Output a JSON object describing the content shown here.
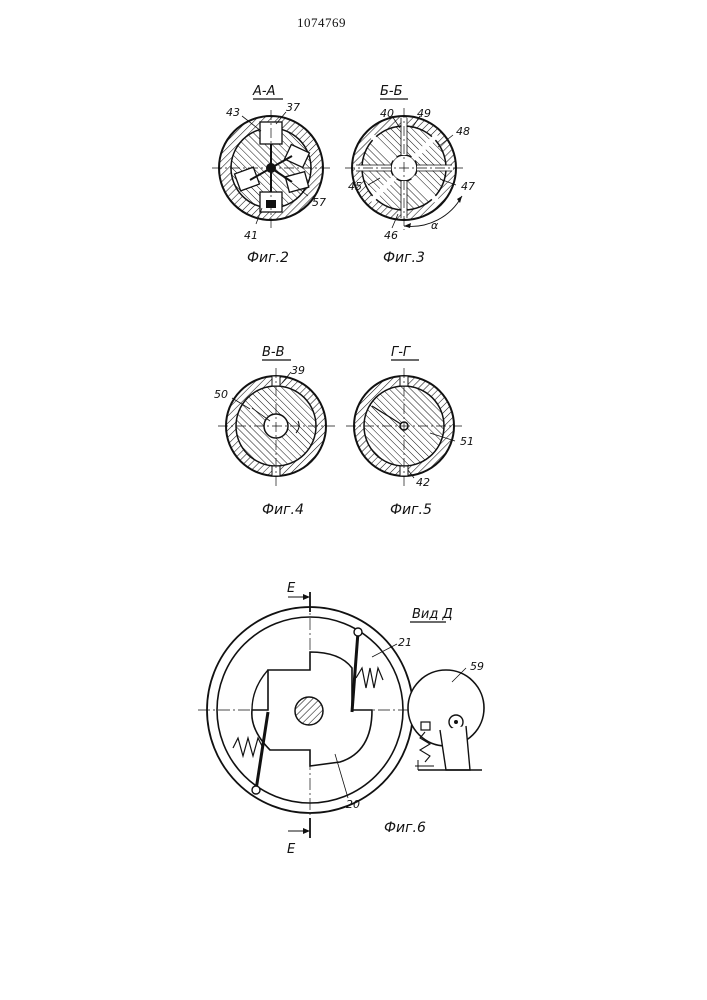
{
  "document": {
    "number": "1074769"
  },
  "figures": [
    {
      "id": "fig2",
      "section": "А-А",
      "caption": "Фиг.2",
      "callouts": [
        "43",
        "37",
        "57",
        "41"
      ]
    },
    {
      "id": "fig3",
      "section": "Б-Б",
      "caption": "Фиг.3",
      "callouts": [
        "40",
        "49",
        "48",
        "45",
        "47",
        "46",
        "α"
      ]
    },
    {
      "id": "fig4",
      "section": "В-В",
      "caption": "Фиг.4",
      "callouts": [
        "50",
        "39"
      ]
    },
    {
      "id": "fig5",
      "section": "Г-Г",
      "caption": "Фиг.5",
      "callouts": [
        "51",
        "42"
      ]
    },
    {
      "id": "fig6",
      "section": "Вид Д",
      "caption": "Фиг.6",
      "callouts": [
        "21",
        "59",
        "20"
      ],
      "cut_marks": [
        "Е",
        "Е"
      ]
    }
  ],
  "colors": {
    "ink": "#111111",
    "paper": "#ffffff"
  }
}
